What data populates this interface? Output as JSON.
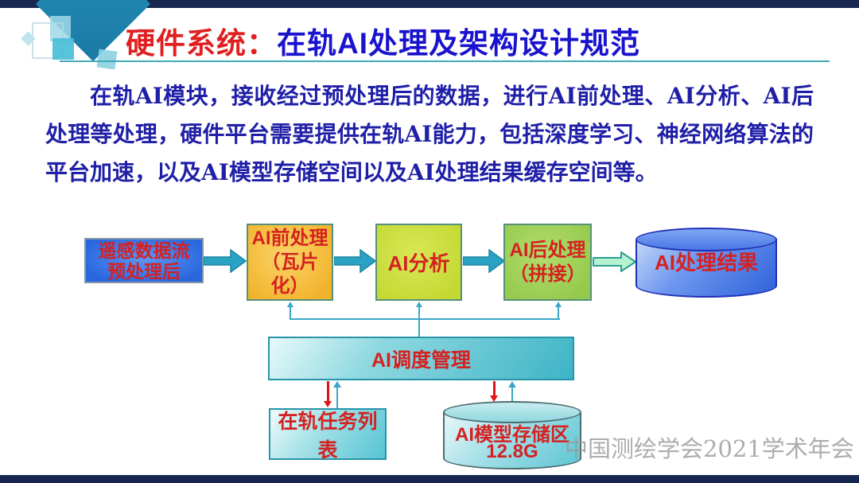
{
  "slide": {
    "title": {
      "prefix": "硬件系统：",
      "main": "在轨AI处理及架构设计规范"
    },
    "paragraph": "在轨AI模块，接收经过预处理后的数据，进行AI前处理、AI分析、AI后处理等处理，硬件平台需要提供在轨AI能力，包括深度学习、神经网络算法的平台加速，以及AI模型存储空间以及AI处理结果缓存空间等。",
    "watermark": "中国测绘学会2021学术年会"
  },
  "diagram": {
    "nodes": {
      "input": {
        "line1": "遥感数据流",
        "line2": "预处理后",
        "shape": "rectangle"
      },
      "preprocess": {
        "line1": "AI前处理",
        "line2": "（瓦片化）",
        "shape": "rectangle"
      },
      "analysis": {
        "line1": "AI分析",
        "shape": "rectangle"
      },
      "postprocess": {
        "line1": "AI后处理",
        "line2": "（拼接）",
        "shape": "rectangle"
      },
      "result": {
        "label": "AI处理结果",
        "shape": "cylinder"
      },
      "scheduler": {
        "label": "AI调度管理",
        "shape": "bar"
      },
      "tasklist": {
        "label": "在轨任务列表",
        "shape": "rectangle"
      },
      "storage": {
        "line1": "AI模型存储区",
        "line2": "12.8G",
        "shape": "cylinder"
      }
    },
    "colors": {
      "title_red": "#e02020",
      "title_blue": "#1913cd",
      "paragraph_blue": "#1f1fa8",
      "node_text_red": "#d42222",
      "navy_bar": "#18274f",
      "header_teal": "#1f85ae",
      "underline_teal": "#41aab6",
      "input_box_blue": "#2a67de",
      "preprocess_orange": "#f2b32c",
      "analysis_green": "#c3d832",
      "postprocess_green": "#94c94b",
      "result_cylinder_blue": "#2f62da",
      "scheduler_teal": "#3eb4c6",
      "solid_arrow_teal": "#2aa2c4",
      "outline_arrow_green": "#b6f2cf",
      "red_arrow": "#e01414",
      "watermark_gray": "#98989c"
    }
  }
}
